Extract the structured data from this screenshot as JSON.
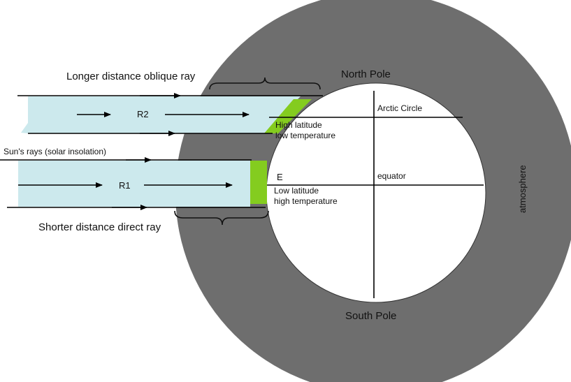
{
  "labels": {
    "north_pole": "North Pole",
    "south_pole": "South Pole",
    "arctic_circle": "Arctic Circle",
    "equator": "equator",
    "atmosphere": "atmosphere",
    "e_marker": "E",
    "ray_r2": "R2",
    "ray_r1": "R1",
    "oblique_ray": "Longer distance oblique ray",
    "direct_ray": "Shorter distance direct  ray",
    "suns_rays": "Sun's rays (solar insolation)",
    "high_latitude_line1": "High latitude",
    "high_latitude_line2": "low temperature",
    "low_latitude_line1": "Low latitude",
    "low_latitude_line2": "high temperature"
  },
  "colors": {
    "atmosphere": "#6e6e6e",
    "earth": "#ffffff",
    "ray_beam": "#cce9ed",
    "insolation_patch": "#84cc1f",
    "outline": "#000000"
  }
}
